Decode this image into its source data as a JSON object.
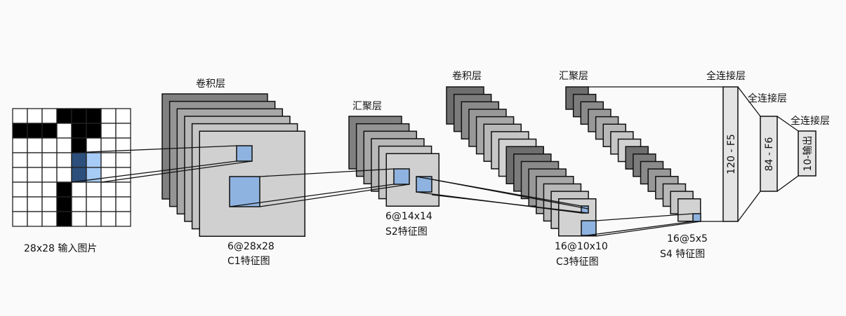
{
  "colors": {
    "background": "#fafafa",
    "stroke": "#111111",
    "highlight_blue": "#8fb3e0",
    "input_dark_blue": "#2c4f7c",
    "input_light_blue": "#a6cbf5",
    "fc_fill": "#e4e4e4",
    "gray_ramp_c1": [
      "#808080",
      "#959595",
      "#a8a8a8",
      "#b8b8b8",
      "#c6c6c6",
      "#d0d0d0"
    ],
    "gray_ramp_16": [
      "#6e6e6e",
      "#7c7c7c",
      "#8a8a8a",
      "#989898",
      "#a8a8a8",
      "#b8b8b8",
      "#c6c6c6",
      "#d2d2d2"
    ]
  },
  "input": {
    "label": "28x28 输入图片",
    "grid_size": 8,
    "black_cells": [
      [
        0,
        3
      ],
      [
        0,
        4
      ],
      [
        0,
        5
      ],
      [
        1,
        0
      ],
      [
        1,
        1
      ],
      [
        1,
        2
      ],
      [
        1,
        4
      ],
      [
        1,
        5
      ],
      [
        2,
        4
      ],
      [
        5,
        3
      ],
      [
        6,
        3
      ],
      [
        7,
        3
      ]
    ],
    "dark_blue_cells": [
      [
        3,
        4
      ],
      [
        4,
        4
      ]
    ],
    "light_blue_cells": [
      [
        3,
        5
      ],
      [
        4,
        5
      ]
    ]
  },
  "layers": {
    "c1": {
      "title": "卷积层",
      "label_line1": "6@28x28",
      "label_line2": "C1特征图",
      "maps": 6
    },
    "s2": {
      "title": "汇聚层",
      "label_line1": "6@14x14",
      "label_line2": "S2特征图",
      "maps": 6
    },
    "c3": {
      "title": "卷积层",
      "label_line1": "16@10x10",
      "label_line2": "C3特征图",
      "maps": 16
    },
    "s4": {
      "title": "汇聚层",
      "label_line1": "16@5x5",
      "label_line2": "S4 特征图",
      "maps": 16
    },
    "f5": {
      "title": "全连接层",
      "text": "120 - F5"
    },
    "f6": {
      "title": "全连接层",
      "text": "84 - F6"
    },
    "output": {
      "title": "全连接层",
      "text": "10-输出"
    }
  }
}
